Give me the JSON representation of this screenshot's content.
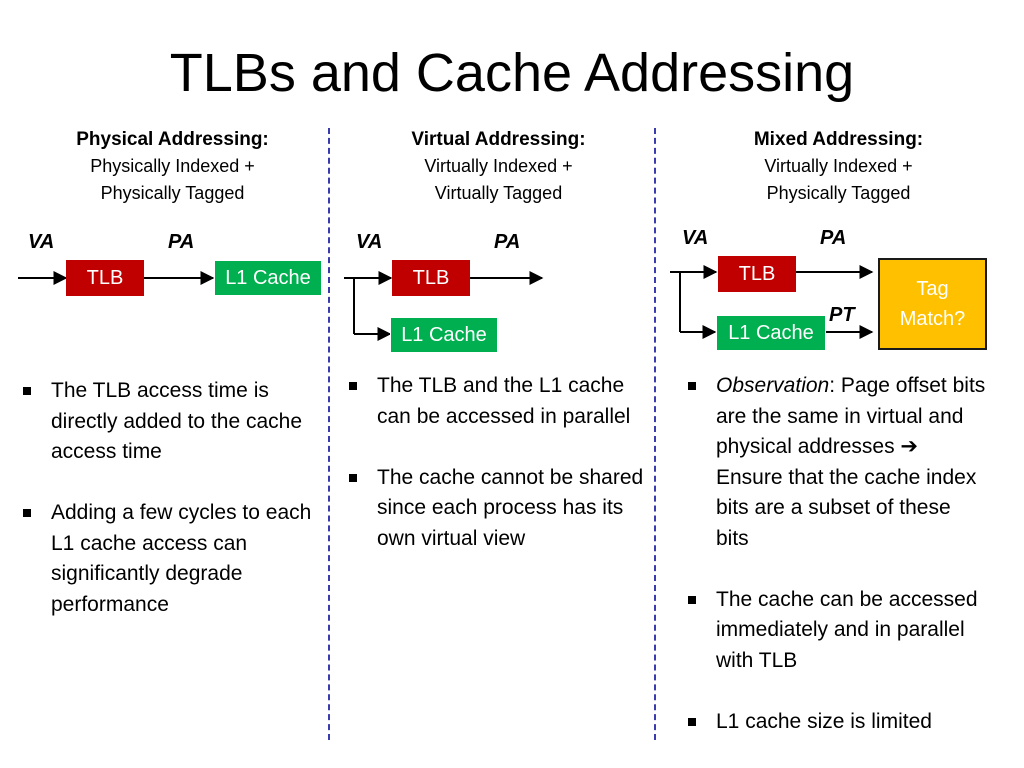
{
  "title": "TLBs and Cache Addressing",
  "colors": {
    "tlb": "#c00000",
    "cache": "#00b050",
    "tag_match": "#ffc000",
    "divider": "#3b3bb0"
  },
  "columns": [
    {
      "heading": "Physical Addressing:",
      "sub1": "Physically Indexed +",
      "sub2": "Physically Tagged",
      "va": "VA",
      "pa": "PA",
      "tlb": "TLB",
      "cache": "L1 Cache",
      "bullets": [
        "The TLB access time is directly added to the cache access time",
        "Adding a few cycles to each L1 cache access can significantly degrade performance"
      ]
    },
    {
      "heading": "Virtual Addressing:",
      "sub1": "Virtually Indexed +",
      "sub2": "Virtually Tagged",
      "va": "VA",
      "pa": "PA",
      "tlb": "TLB",
      "cache": "L1 Cache",
      "bullets": [
        "The TLB and the L1 cache can be accessed in parallel",
        "The cache cannot be shared since each process has its own virtual view"
      ]
    },
    {
      "heading": "Mixed Addressing:",
      "sub1": "Virtually Indexed +",
      "sub2": "Physically Tagged",
      "va": "VA",
      "pa": "PA",
      "pt": "PT",
      "tlb": "TLB",
      "cache": "L1 Cache",
      "tag_match": [
        "Tag",
        "Match?"
      ],
      "bullets": [
        {
          "em": "Observation",
          "text": ": Page offset bits are the same in virtual and physical addresses ➔ Ensure that the cache index bits are a subset of these bits"
        },
        "The cache can be accessed immediately and in parallel with TLB",
        "L1 cache size is limited"
      ]
    }
  ]
}
